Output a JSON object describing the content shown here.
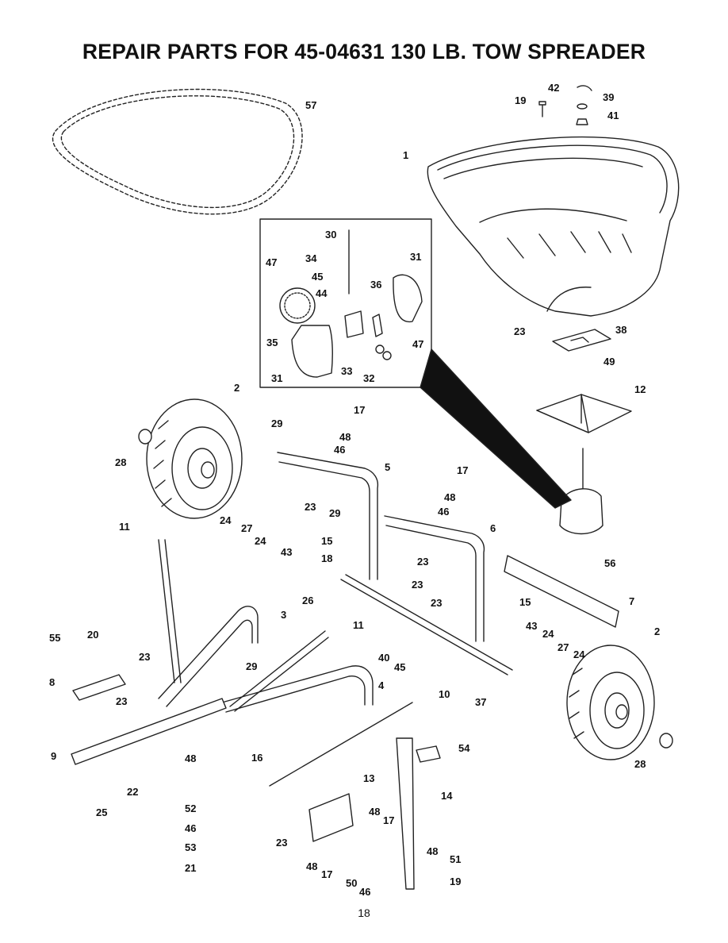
{
  "title": "REPAIR PARTS FOR 45-04631 130 LB. TOW SPREADER",
  "page_number": "18",
  "part_callouts": [
    "1",
    "2",
    "3",
    "4",
    "5",
    "6",
    "7",
    "8",
    "9",
    "10",
    "11",
    "12",
    "13",
    "14",
    "15",
    "16",
    "17",
    "18",
    "19",
    "20",
    "21",
    "22",
    "23",
    "24",
    "25",
    "26",
    "27",
    "28",
    "29",
    "30",
    "31",
    "32",
    "33",
    "34",
    "35",
    "36",
    "37",
    "38",
    "39",
    "40",
    "41",
    "42",
    "43",
    "44",
    "45",
    "46",
    "47",
    "48",
    "49",
    "50",
    "51",
    "52",
    "53",
    "54",
    "55",
    "56",
    "57"
  ]
}
